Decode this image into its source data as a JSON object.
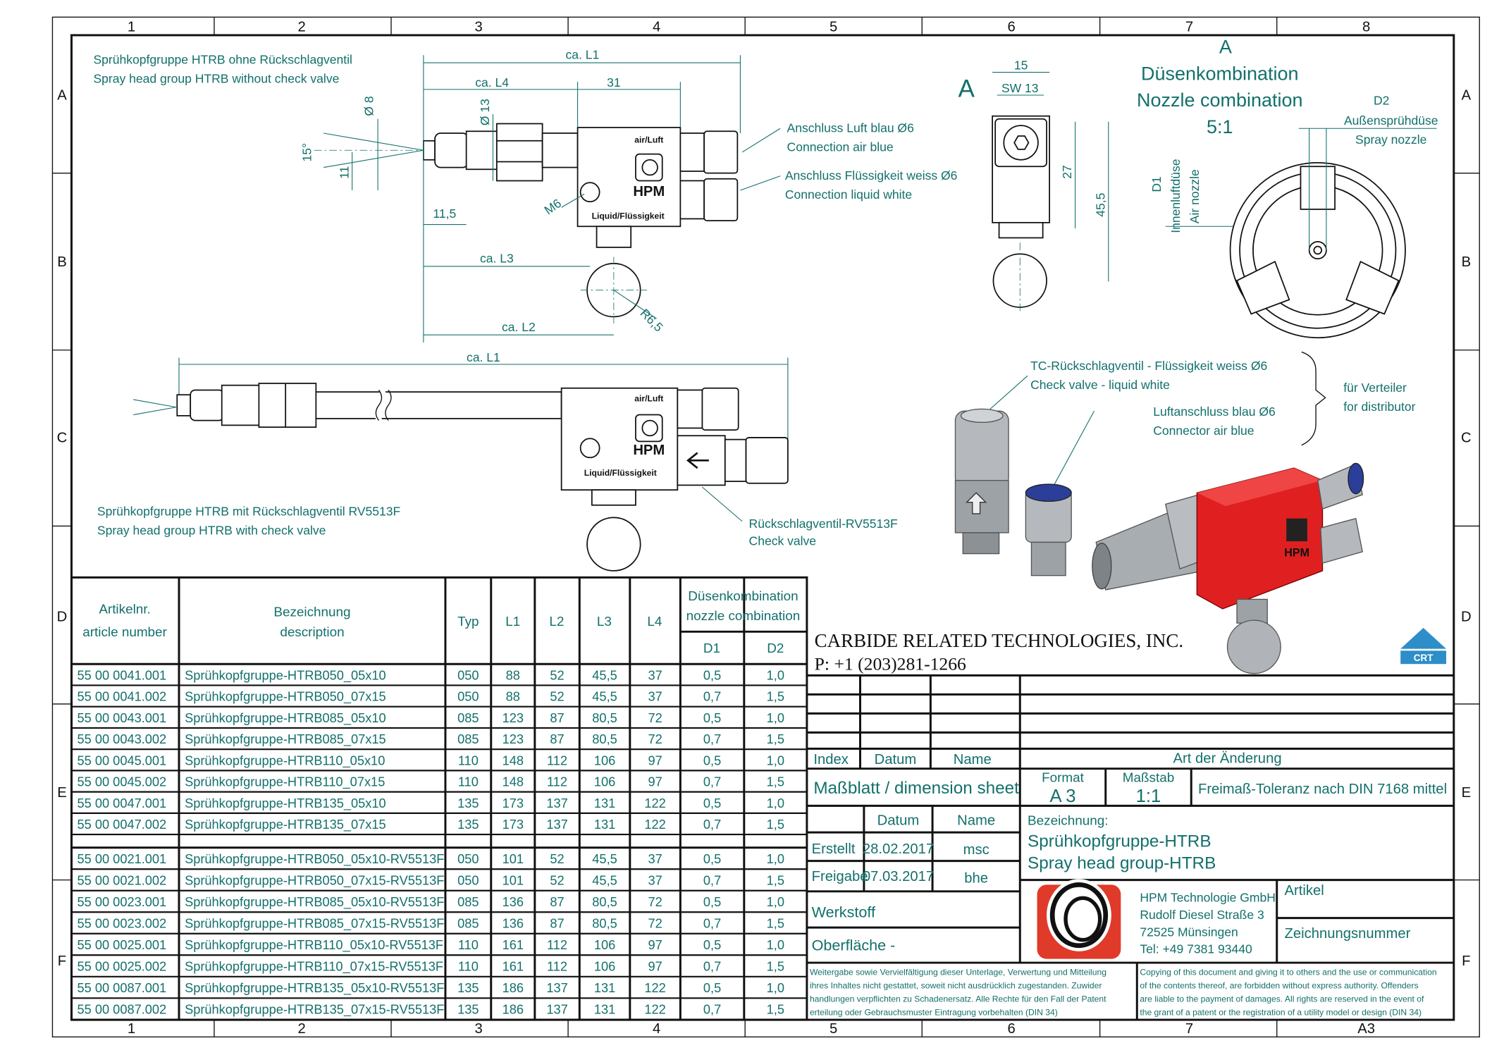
{
  "frame": {
    "columns": [
      "1",
      "2",
      "3",
      "4",
      "5",
      "6",
      "7",
      "8"
    ],
    "rows": [
      "A",
      "B",
      "C",
      "D",
      "E",
      "F"
    ],
    "bottom_last": "A3"
  },
  "view1": {
    "caption_de": "Sprühkopfgruppe HTRB ohne Rückschlagventil",
    "caption_en": "Spray head group HTRB without check valve",
    "dims": {
      "l1": "ca. L1",
      "l4": "ca. L4",
      "d31": "31",
      "d13": "Ø 13",
      "d8": "Ø 8",
      "angle": "15°",
      "d11": "11",
      "d115": "11,5",
      "m6": "M6",
      "l3": "ca. L3",
      "l2": "ca. L2",
      "r65": "R6,5"
    },
    "air_de": "Anschluss Luft blau Ø6",
    "air_en": "Connection air blue",
    "liquid_de": "Anschluss Flüssigkeit weiss Ø6",
    "liquid_en": "Connection liquid white",
    "block_air": "air/Luft",
    "block_brand": "HPM",
    "block_liquid": "Liquid/Flüssigkeit"
  },
  "viewA": {
    "label": "A",
    "w15": "15",
    "sw13": "SW 13",
    "h27": "27",
    "h455": "45,5"
  },
  "nozzle": {
    "label": "A",
    "title_de": "Düsenkombination",
    "title_en": "Nozzle combination",
    "scale": "5:1",
    "d2": "D2",
    "d2_de": "Außensprühdüse",
    "d2_en": "Spray nozzle",
    "d1": "D1",
    "d1_de": "Innenluftdüse",
    "d1_en": "Air nozzle"
  },
  "view2": {
    "l1": "ca. L1",
    "caption_de": "Sprühkopfgruppe HTRB mit Rückschlagventil RV5513F",
    "caption_en": "Spray head group HTRB with check valve",
    "cv_de": "Rückschlagventil-RV5513F",
    "cv_en": "Check valve"
  },
  "render3d": {
    "tc_de": "TC-Rückschlagventil - Flüssigkeit weiss Ø6",
    "tc_en": "Check valve - liquid white",
    "air_de": "Luftanschluss blau Ø6",
    "air_en": "Connector air blue",
    "dist_de": "für Verteiler",
    "dist_en": "for distributor",
    "block_color": "#e02020"
  },
  "company": {
    "name": "CARBIDE RELATED TECHNOLOGIES, INC.",
    "phone": "P: +1 (203)281-1266",
    "logo_text": "CRT"
  },
  "table": {
    "headers": {
      "article_de": "Artikelnr.",
      "article_en": "article number",
      "desc_de": "Bezeichnung",
      "desc_en": "description",
      "typ": "Typ",
      "l1": "L1",
      "l2": "L2",
      "l3": "L3",
      "l4": "L4",
      "nozzle_de": "Düsenkombination",
      "nozzle_en": "nozzle combination",
      "d1": "D1",
      "d2": "D2"
    },
    "rows": [
      [
        "55 00 0041.001",
        "Sprühkopfgruppe-HTRB050_05x10",
        "050",
        "88",
        "52",
        "45,5",
        "37",
        "0,5",
        "1,0"
      ],
      [
        "55 00 0041.002",
        "Sprühkopfgruppe-HTRB050_07x15",
        "050",
        "88",
        "52",
        "45,5",
        "37",
        "0,7",
        "1,5"
      ],
      [
        "55 00 0043.001",
        "Sprühkopfgruppe-HTRB085_05x10",
        "085",
        "123",
        "87",
        "80,5",
        "72",
        "0,5",
        "1,0"
      ],
      [
        "55 00 0043.002",
        "Sprühkopfgruppe-HTRB085_07x15",
        "085",
        "123",
        "87",
        "80,5",
        "72",
        "0,7",
        "1,5"
      ],
      [
        "55 00 0045.001",
        "Sprühkopfgruppe-HTRB110_05x10",
        "110",
        "148",
        "112",
        "106",
        "97",
        "0,5",
        "1,0"
      ],
      [
        "55 00 0045.002",
        "Sprühkopfgruppe-HTRB110_07x15",
        "110",
        "148",
        "112",
        "106",
        "97",
        "0,7",
        "1,5"
      ],
      [
        "55 00 0047.001",
        "Sprühkopfgruppe-HTRB135_05x10",
        "135",
        "173",
        "137",
        "131",
        "122",
        "0,5",
        "1,0"
      ],
      [
        "55 00 0047.002",
        "Sprühkopfgruppe-HTRB135_07x15",
        "135",
        "173",
        "137",
        "131",
        "122",
        "0,7",
        "1,5"
      ]
    ],
    "rows_cv": [
      [
        "55 00 0021.001",
        "Sprühkopfgruppe-HTRB050_05x10-RV5513F",
        "050",
        "101",
        "52",
        "45,5",
        "37",
        "0,5",
        "1,0"
      ],
      [
        "55 00 0021.002",
        "Sprühkopfgruppe-HTRB050_07x15-RV5513F",
        "050",
        "101",
        "52",
        "45,5",
        "37",
        "0,7",
        "1,5"
      ],
      [
        "55 00 0023.001",
        "Sprühkopfgruppe-HTRB085_05x10-RV5513F",
        "085",
        "136",
        "87",
        "80,5",
        "72",
        "0,5",
        "1,0"
      ],
      [
        "55 00 0023.002",
        "Sprühkopfgruppe-HTRB085_07x15-RV5513F",
        "085",
        "136",
        "87",
        "80,5",
        "72",
        "0,7",
        "1,5"
      ],
      [
        "55 00 0025.001",
        "Sprühkopfgruppe-HTRB110_05x10-RV5513F",
        "110",
        "161",
        "112",
        "106",
        "97",
        "0,5",
        "1,0"
      ],
      [
        "55 00 0025.002",
        "Sprühkopfgruppe-HTRB110_07x15-RV5513F",
        "110",
        "161",
        "112",
        "106",
        "97",
        "0,7",
        "1,5"
      ],
      [
        "55 00 0087.001",
        "Sprühkopfgruppe-HTRB135_05x10-RV5513F",
        "135",
        "186",
        "137",
        "131",
        "122",
        "0,5",
        "1,0"
      ],
      [
        "55 00 0087.002",
        "Sprühkopfgruppe-HTRB135_07x15-RV5513F",
        "135",
        "186",
        "137",
        "131",
        "122",
        "0,7",
        "1,5"
      ]
    ]
  },
  "titleblock": {
    "index": "Index",
    "datum": "Datum",
    "name": "Name",
    "change": "Art der Änderung",
    "sheet": "Maßblatt / dimension sheet",
    "format_label": "Format",
    "format": "A 3",
    "scale_label": "Maßstab",
    "scale": "1:1",
    "tolerance": "Freimaß-Toleranz nach DIN 7168 mittel",
    "created_label": "Erstellt",
    "created_date": "28.02.2017",
    "created_name": "msc",
    "released_label": "Freigabe",
    "released_date": "07.03.2017",
    "released_name": "bhe",
    "designation_label": "Bezeichnung:",
    "designation_de": "Sprühkopfgruppe-HTRB",
    "designation_en": "Spray head group-HTRB",
    "material": "Werkstoff",
    "surface": "Oberfläche   -",
    "hpm_name": "HPM Technologie GmbH",
    "hpm_street": "Rudolf Diesel Straße 3",
    "hpm_city": "72525 Münsingen",
    "hpm_tel": "Tel: +49 7381 93440",
    "article": "Artikel",
    "drawing_number": "Zeichnungsnummer",
    "notice_de": [
      "Weitergabe sowie Vervielfältigung dieser Unterlage, Verwertung und Mitteilung",
      "ihres Inhaltes nicht gestattet, soweit nicht ausdrücklich zugestanden. Zuwider",
      "handlungen verpflichten zu Schadenersatz. Alle Rechte für den Fall der Patent",
      "erteilung oder Gebrauchsmuster Eintragung vorbehalten (DIN 34)"
    ],
    "notice_en": [
      "Copying of this document and giving it to others and the use or communication",
      "of the contents thereof, are forbidden without express authority. Offenders",
      "are liable to the payment of damages. All rights are reserved in the event of",
      "the grant of a patent or the registration of a utility model or design (DIN 34)"
    ],
    "logo_color": "#e03a2a"
  }
}
